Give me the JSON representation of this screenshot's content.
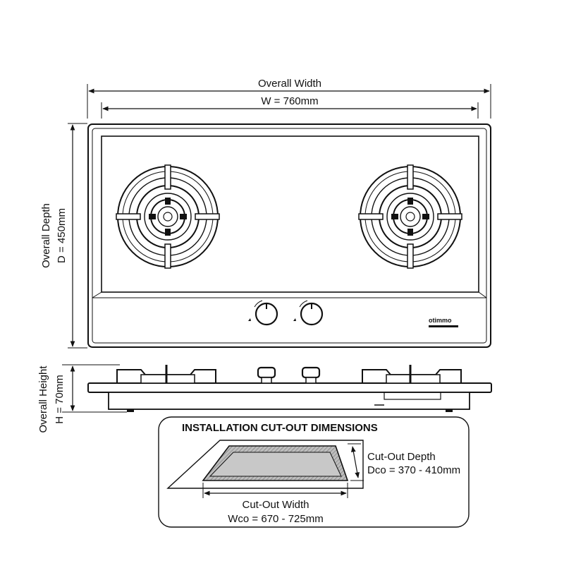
{
  "overall_width": {
    "label": "Overall Width",
    "value": "W = 760mm"
  },
  "overall_depth": {
    "label": "Overall Depth",
    "value": "D = 450mm"
  },
  "overall_height": {
    "label": "Overall Height",
    "value": "H = 70mm"
  },
  "brand": {
    "name": "otimmo"
  },
  "cutout": {
    "title": "INSTALLATION CUT-OUT DIMENSIONS",
    "depth_label": "Cut-Out Depth",
    "depth_value": "Dco = 370 - 410mm",
    "width_label": "Cut-Out Width",
    "width_value": "Wco = 670 - 725mm"
  },
  "colors": {
    "line": "#111111",
    "cutout_fill": "#c8c8c8",
    "background": "#ffffff"
  }
}
